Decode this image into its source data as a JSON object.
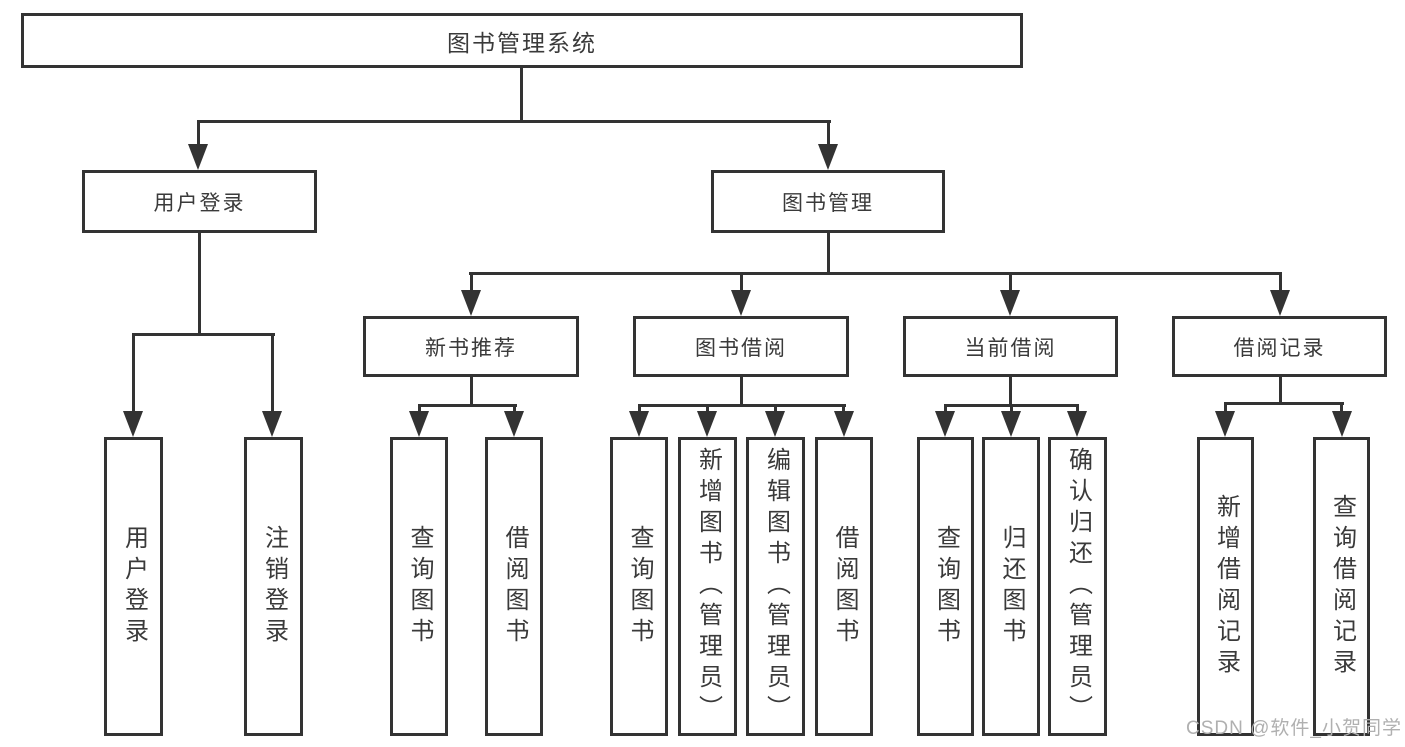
{
  "diagram": {
    "tree": {
      "label": "图书管理系统",
      "children": [
        {
          "label": "用户登录",
          "children": [
            {
              "label": "用户登录"
            },
            {
              "label": "注销登录"
            }
          ]
        },
        {
          "label": "图书管理",
          "children": [
            {
              "label": "新书推荐",
              "children": [
                {
                  "label": "查询图书"
                },
                {
                  "label": "借阅图书"
                }
              ]
            },
            {
              "label": "图书借阅",
              "children": [
                {
                  "label": "查询图书"
                },
                {
                  "label": "新增图书（管理员）"
                },
                {
                  "label": "编辑图书（管理员）"
                },
                {
                  "label": "借阅图书"
                }
              ]
            },
            {
              "label": "当前借阅",
              "children": [
                {
                  "label": "查询图书"
                },
                {
                  "label": "归还图书"
                },
                {
                  "label": "确认归还（管理员）"
                }
              ]
            },
            {
              "label": "借阅记录",
              "children": [
                {
                  "label": "新增借阅记录"
                },
                {
                  "label": "查询借阅记录"
                }
              ]
            }
          ]
        }
      ]
    },
    "watermark": "CSDN @软件_小贺同学",
    "colors": {
      "line": "#333333",
      "text": "#3a3a3a",
      "watermark": "#b0b0b0",
      "background": "#ffffff"
    }
  }
}
